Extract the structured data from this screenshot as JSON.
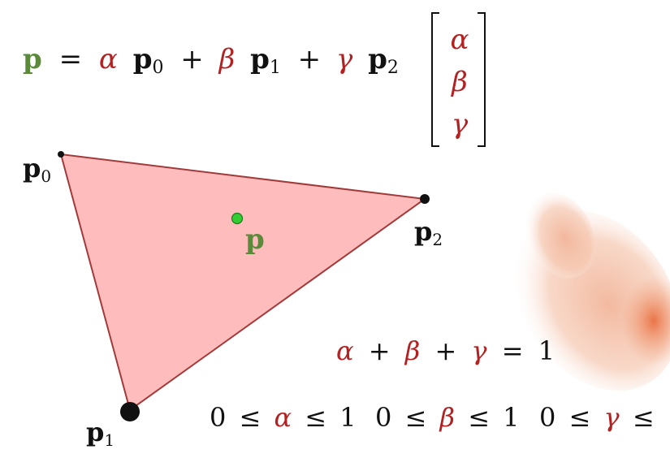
{
  "equation": {
    "lhs": "p",
    "eq": "=",
    "plus": "+",
    "alpha": "α",
    "beta": "β",
    "gamma": "γ",
    "p": "p",
    "sub0": "0",
    "sub1": "1",
    "sub2": "2"
  },
  "vector": {
    "alpha": "α",
    "beta": "β",
    "gamma": "γ"
  },
  "triangle": {
    "label_p0": "p",
    "label_p0_sub": "0",
    "label_p1": "p",
    "label_p1_sub": "1",
    "label_p2": "p",
    "label_p2_sub": "2",
    "label_point": "p"
  },
  "constraint_sum": {
    "alpha": "α",
    "plus": "+",
    "beta": "β",
    "gamma": "γ",
    "eq": "=",
    "one": "1"
  },
  "constraints_range": {
    "zero": "0",
    "le": "≤",
    "one": "1",
    "alpha": "α",
    "beta": "β",
    "gamma": "γ"
  },
  "colors": {
    "greek": "#b22222",
    "point_label": "#5a8a3a",
    "point_dot": "#33cc33",
    "triangle_fill": "#ffbcbc",
    "triangle_stroke": "#a23a3a",
    "text": "#111111"
  }
}
